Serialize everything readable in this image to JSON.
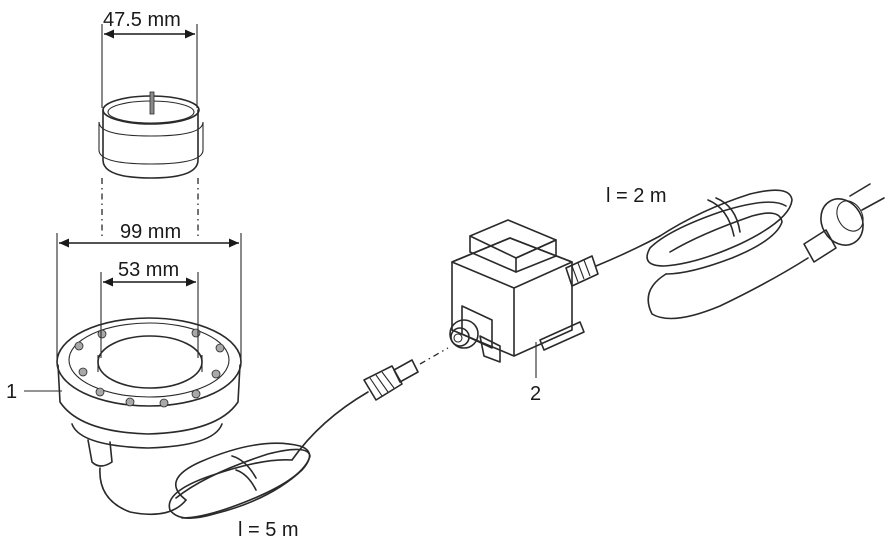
{
  "dimensions": {
    "sleeve_width": "47.5 mm",
    "outer_diameter": "99 mm",
    "inner_diameter": "53 mm"
  },
  "cables": {
    "short_cable_length": "l = 2 m",
    "long_cable_length": "l = 5 m"
  },
  "callouts": {
    "light_ring": "1",
    "transformer": "2"
  },
  "colors": {
    "line": "#2a2a2a",
    "fill_light": "#e6e6e6",
    "fill_mid": "#c9c9c9",
    "fill_dark": "#8a8a8a"
  }
}
